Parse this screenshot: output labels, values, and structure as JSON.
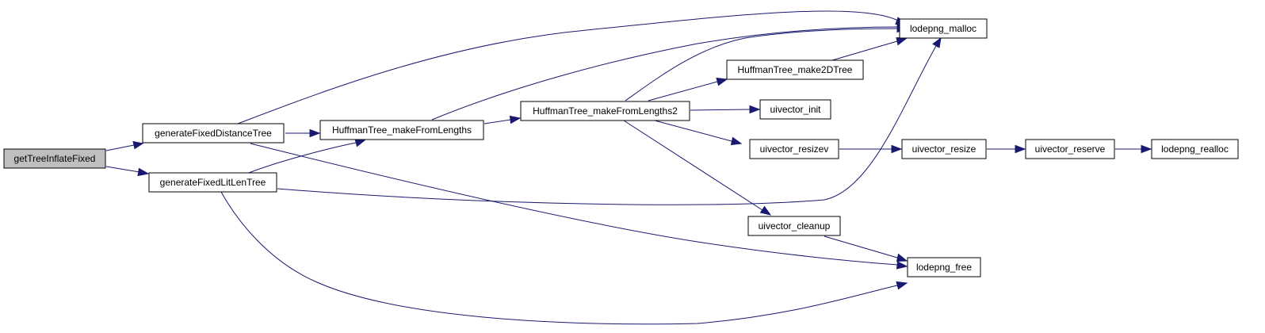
{
  "graph": {
    "colors": {
      "edge": "#191970",
      "node_border": "#000000",
      "root_fill": "#bfbfbf",
      "node_fill": "#ffffff"
    },
    "nodes": {
      "root": {
        "label": "getTreeInflateFixed"
      },
      "gfdt": {
        "label": "generateFixedDistanceTree"
      },
      "gfllt": {
        "label": "generateFixedLitLenTree"
      },
      "htmfl": {
        "label": "HuffmanTree_makeFromLengths"
      },
      "htmfl2": {
        "label": "HuffmanTree_makeFromLengths2"
      },
      "htm2d": {
        "label": "HuffmanTree_make2DTree"
      },
      "uinit": {
        "label": "uivector_init"
      },
      "uresizev": {
        "label": "uivector_resizev"
      },
      "uclean": {
        "label": "uivector_cleanup"
      },
      "uresize": {
        "label": "uivector_resize"
      },
      "ureserve": {
        "label": "uivector_reserve"
      },
      "lmalloc": {
        "label": "lodepng_malloc"
      },
      "lfree": {
        "label": "lodepng_free"
      },
      "lrealloc": {
        "label": "lodepng_realloc"
      }
    },
    "edges": [
      [
        "root",
        "gfdt"
      ],
      [
        "root",
        "gfllt"
      ],
      [
        "gfdt",
        "htmfl"
      ],
      [
        "gfdt",
        "lmalloc"
      ],
      [
        "gfdt",
        "lfree"
      ],
      [
        "gfllt",
        "htmfl"
      ],
      [
        "gfllt",
        "lmalloc"
      ],
      [
        "gfllt",
        "lfree"
      ],
      [
        "htmfl",
        "htmfl2"
      ],
      [
        "htmfl",
        "lmalloc"
      ],
      [
        "htmfl2",
        "htm2d"
      ],
      [
        "htmfl2",
        "uinit"
      ],
      [
        "htmfl2",
        "uresizev"
      ],
      [
        "htmfl2",
        "uclean"
      ],
      [
        "htmfl2",
        "lmalloc"
      ],
      [
        "htm2d",
        "lmalloc"
      ],
      [
        "uresizev",
        "uresize"
      ],
      [
        "uclean",
        "lfree"
      ],
      [
        "uresize",
        "ureserve"
      ],
      [
        "ureserve",
        "lrealloc"
      ]
    ]
  }
}
